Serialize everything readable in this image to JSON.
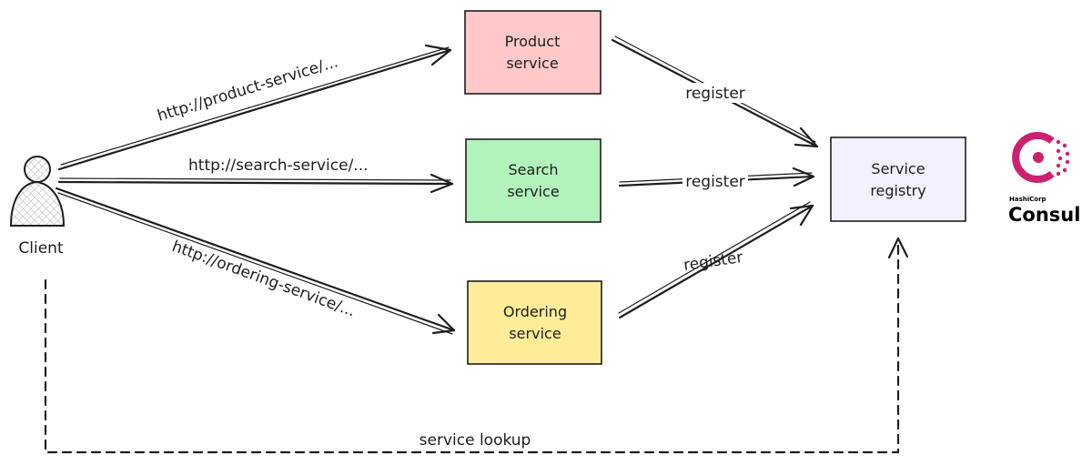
{
  "client": {
    "label": "Client"
  },
  "services": {
    "product": {
      "line1": "Product",
      "line2": "service",
      "color": "#ffc9c9"
    },
    "search": {
      "line1": "Search",
      "line2": "service",
      "color": "#b2f2bb"
    },
    "ordering": {
      "line1": "Ordering",
      "line2": "service",
      "color": "#ffec99"
    }
  },
  "registry": {
    "line1": "Service",
    "line2": "registry",
    "color": "#f3f0ff"
  },
  "urls": {
    "product": "http://product-service/...",
    "search": "http://search-service/...",
    "ordering": "http://ordering-service/..."
  },
  "register_labels": {
    "product": "register",
    "search": "register",
    "ordering": "register"
  },
  "lookup_label": "service lookup",
  "brand": {
    "company": "HashiCorp",
    "product": "Consul",
    "color": "#ca2171"
  }
}
